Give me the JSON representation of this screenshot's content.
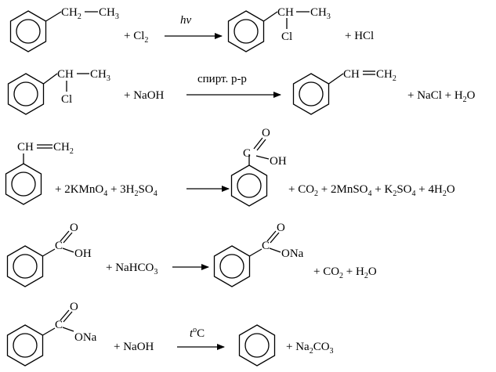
{
  "reactions": [
    {
      "id": 1,
      "reactant_frag": {
        "ch2": "CH",
        "ch2_sub": "2",
        "ch3": "CH",
        "ch3_sub": "3"
      },
      "reagent": {
        "prefix": "+ Cl",
        "sub": "2"
      },
      "condition": "hv",
      "product_frag": {
        "ch": "CH",
        "ch3": "CH",
        "ch3_sub": "3",
        "cl": "Cl"
      },
      "byproducts": "+ HCl"
    },
    {
      "id": 2,
      "reactant_frag": {
        "ch": "CH",
        "ch3": "CH",
        "ch3_sub": "3",
        "cl": "Cl"
      },
      "reagent": "+ NaOH",
      "condition": "спирт. р-р",
      "product_frag": {
        "ch": "CH",
        "ch2": "CH",
        "ch2_sub": "2"
      },
      "byproducts": {
        "nacl": "+ NaCl + H",
        "h2o_sub": "2",
        "o": "O"
      }
    },
    {
      "id": 3,
      "reactant_frag": {
        "ch": "CH",
        "ch2": "CH",
        "ch2_sub": "2"
      },
      "reagents": {
        "p1": "+ 2KMnO",
        "s1": "4",
        "p2": " + 3H",
        "s2": "2",
        "p3": "SO",
        "s3": "4"
      },
      "product_frag": {
        "o": "O",
        "oh": "OH",
        "c": "C"
      },
      "byproducts": {
        "p1": "+ CO",
        "s1": "2",
        "p2": " + 2MnSO",
        "s2": "4",
        "p3": " + K",
        "s3": "2",
        "p4": "SO",
        "s4": "4",
        "p5": " + 4H",
        "s5": "2",
        "p6": "O"
      }
    },
    {
      "id": 4,
      "reactant_frag": {
        "o": "O",
        "oh": "OH",
        "c": "C"
      },
      "reagent": {
        "p1": "+ NaHCO",
        "s1": "3"
      },
      "product_frag": {
        "o": "O",
        "ona": "ONa",
        "c": "C"
      },
      "byproducts": {
        "p1": "+ CO",
        "s1": "2",
        "p2": " + H",
        "s2": "2",
        "p3": "O"
      }
    },
    {
      "id": 5,
      "reactant_frag": {
        "o": "O",
        "ona": "ONa",
        "c": "C"
      },
      "reagent": "+ NaOH",
      "condition": {
        "t": "t",
        "sup": "o",
        "c": "C"
      },
      "byproducts": {
        "p1": "+ Na",
        "s1": "2",
        "p2": "CO",
        "s2": "3"
      }
    }
  ],
  "icons": [
    "benzene-ring-icon",
    "reaction-arrow-icon"
  ]
}
